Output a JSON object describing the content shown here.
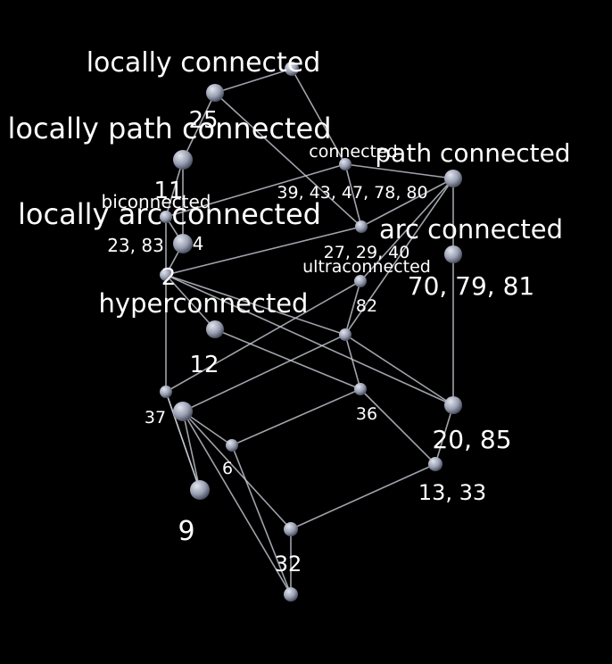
{
  "graph": {
    "node_fill": "#9aa0b2",
    "edge_color": "#c9ccd6",
    "background": "#000000",
    "nodes": [
      {
        "id": "locally_connected_top",
        "label": ""
      },
      {
        "id": "n25",
        "label": "25"
      },
      {
        "id": "n11",
        "label": "11"
      },
      {
        "id": "connected",
        "label": ""
      },
      {
        "id": "path_connected",
        "label": ""
      },
      {
        "id": "n39",
        "label": "39, 43, 47, 78, 80"
      },
      {
        "id": "biconnected",
        "label": ""
      },
      {
        "id": "n4",
        "label": "4"
      },
      {
        "id": "n27",
        "label": "27, 29, 40"
      },
      {
        "id": "arc_connected",
        "label": "70, 79, 81"
      },
      {
        "id": "n23",
        "label": "23, 83"
      },
      {
        "id": "n2",
        "label": "2"
      },
      {
        "id": "ultraconnected",
        "label": "82"
      },
      {
        "id": "n12",
        "label": "12"
      },
      {
        "id": "hyper_mid",
        "label": ""
      },
      {
        "id": "n36",
        "label": "36"
      },
      {
        "id": "n37",
        "label": "37"
      },
      {
        "id": "n_left_big",
        "label": ""
      },
      {
        "id": "n20",
        "label": "20, 85"
      },
      {
        "id": "n6",
        "label": "6"
      },
      {
        "id": "n13",
        "label": "13, 33"
      },
      {
        "id": "n9",
        "label": "9"
      },
      {
        "id": "n32",
        "label": "32"
      },
      {
        "id": "n_bottom",
        "label": ""
      }
    ],
    "edges": [
      [
        "locally_connected_top",
        "n25"
      ],
      [
        "locally_connected_top",
        "connected"
      ],
      [
        "n25",
        "n11"
      ],
      [
        "n11",
        "n4"
      ],
      [
        "n11",
        "biconnected"
      ],
      [
        "connected",
        "path_connected"
      ],
      [
        "connected",
        "n23"
      ],
      [
        "connected",
        "n27"
      ],
      [
        "n25",
        "n27"
      ],
      [
        "path_connected",
        "arc_connected"
      ],
      [
        "path_connected",
        "n27"
      ],
      [
        "path_connected",
        "hyper_mid"
      ],
      [
        "path_connected",
        "ultraconnected"
      ],
      [
        "biconnected",
        "n4"
      ],
      [
        "biconnected",
        "n2"
      ],
      [
        "n4",
        "n2"
      ],
      [
        "n27",
        "n2"
      ],
      [
        "arc_connected",
        "n20"
      ],
      [
        "ultraconnected",
        "hyper_mid"
      ],
      [
        "ultraconnected",
        "n37"
      ],
      [
        "n2",
        "n12"
      ],
      [
        "n2",
        "n37"
      ],
      [
        "n2",
        "n20"
      ],
      [
        "n2",
        "hyper_mid"
      ],
      [
        "n12",
        "n36"
      ],
      [
        "hyper_mid",
        "n36"
      ],
      [
        "hyper_mid",
        "n20"
      ],
      [
        "hyper_mid",
        "n_left_big"
      ],
      [
        "n36",
        "n6"
      ],
      [
        "n36",
        "n13"
      ],
      [
        "n20",
        "n13"
      ],
      [
        "n37",
        "n9"
      ],
      [
        "n_left_big",
        "n9"
      ],
      [
        "n_left_big",
        "n6"
      ],
      [
        "n_left_big",
        "n32"
      ],
      [
        "n_left_big",
        "n_bottom"
      ],
      [
        "n6",
        "n_bottom"
      ],
      [
        "n13",
        "n32"
      ],
      [
        "n32",
        "n_bottom"
      ],
      [
        "n9",
        "n37"
      ]
    ],
    "class_labels": [
      {
        "id": "lbl_locally_connected",
        "text": "locally connected"
      },
      {
        "id": "lbl_locally_path_connected",
        "text": "locally path connected"
      },
      {
        "id": "lbl_connected",
        "text": "connected"
      },
      {
        "id": "lbl_path_connected",
        "text": "path connected"
      },
      {
        "id": "lbl_biconnected",
        "text": "biconnected"
      },
      {
        "id": "lbl_locally_arc_connected",
        "text": "locally arc connected"
      },
      {
        "id": "lbl_arc_connected",
        "text": "arc connected"
      },
      {
        "id": "lbl_ultraconnected",
        "text": "ultraconnected"
      },
      {
        "id": "lbl_hyperconnected",
        "text": "hyperconnected"
      }
    ]
  }
}
